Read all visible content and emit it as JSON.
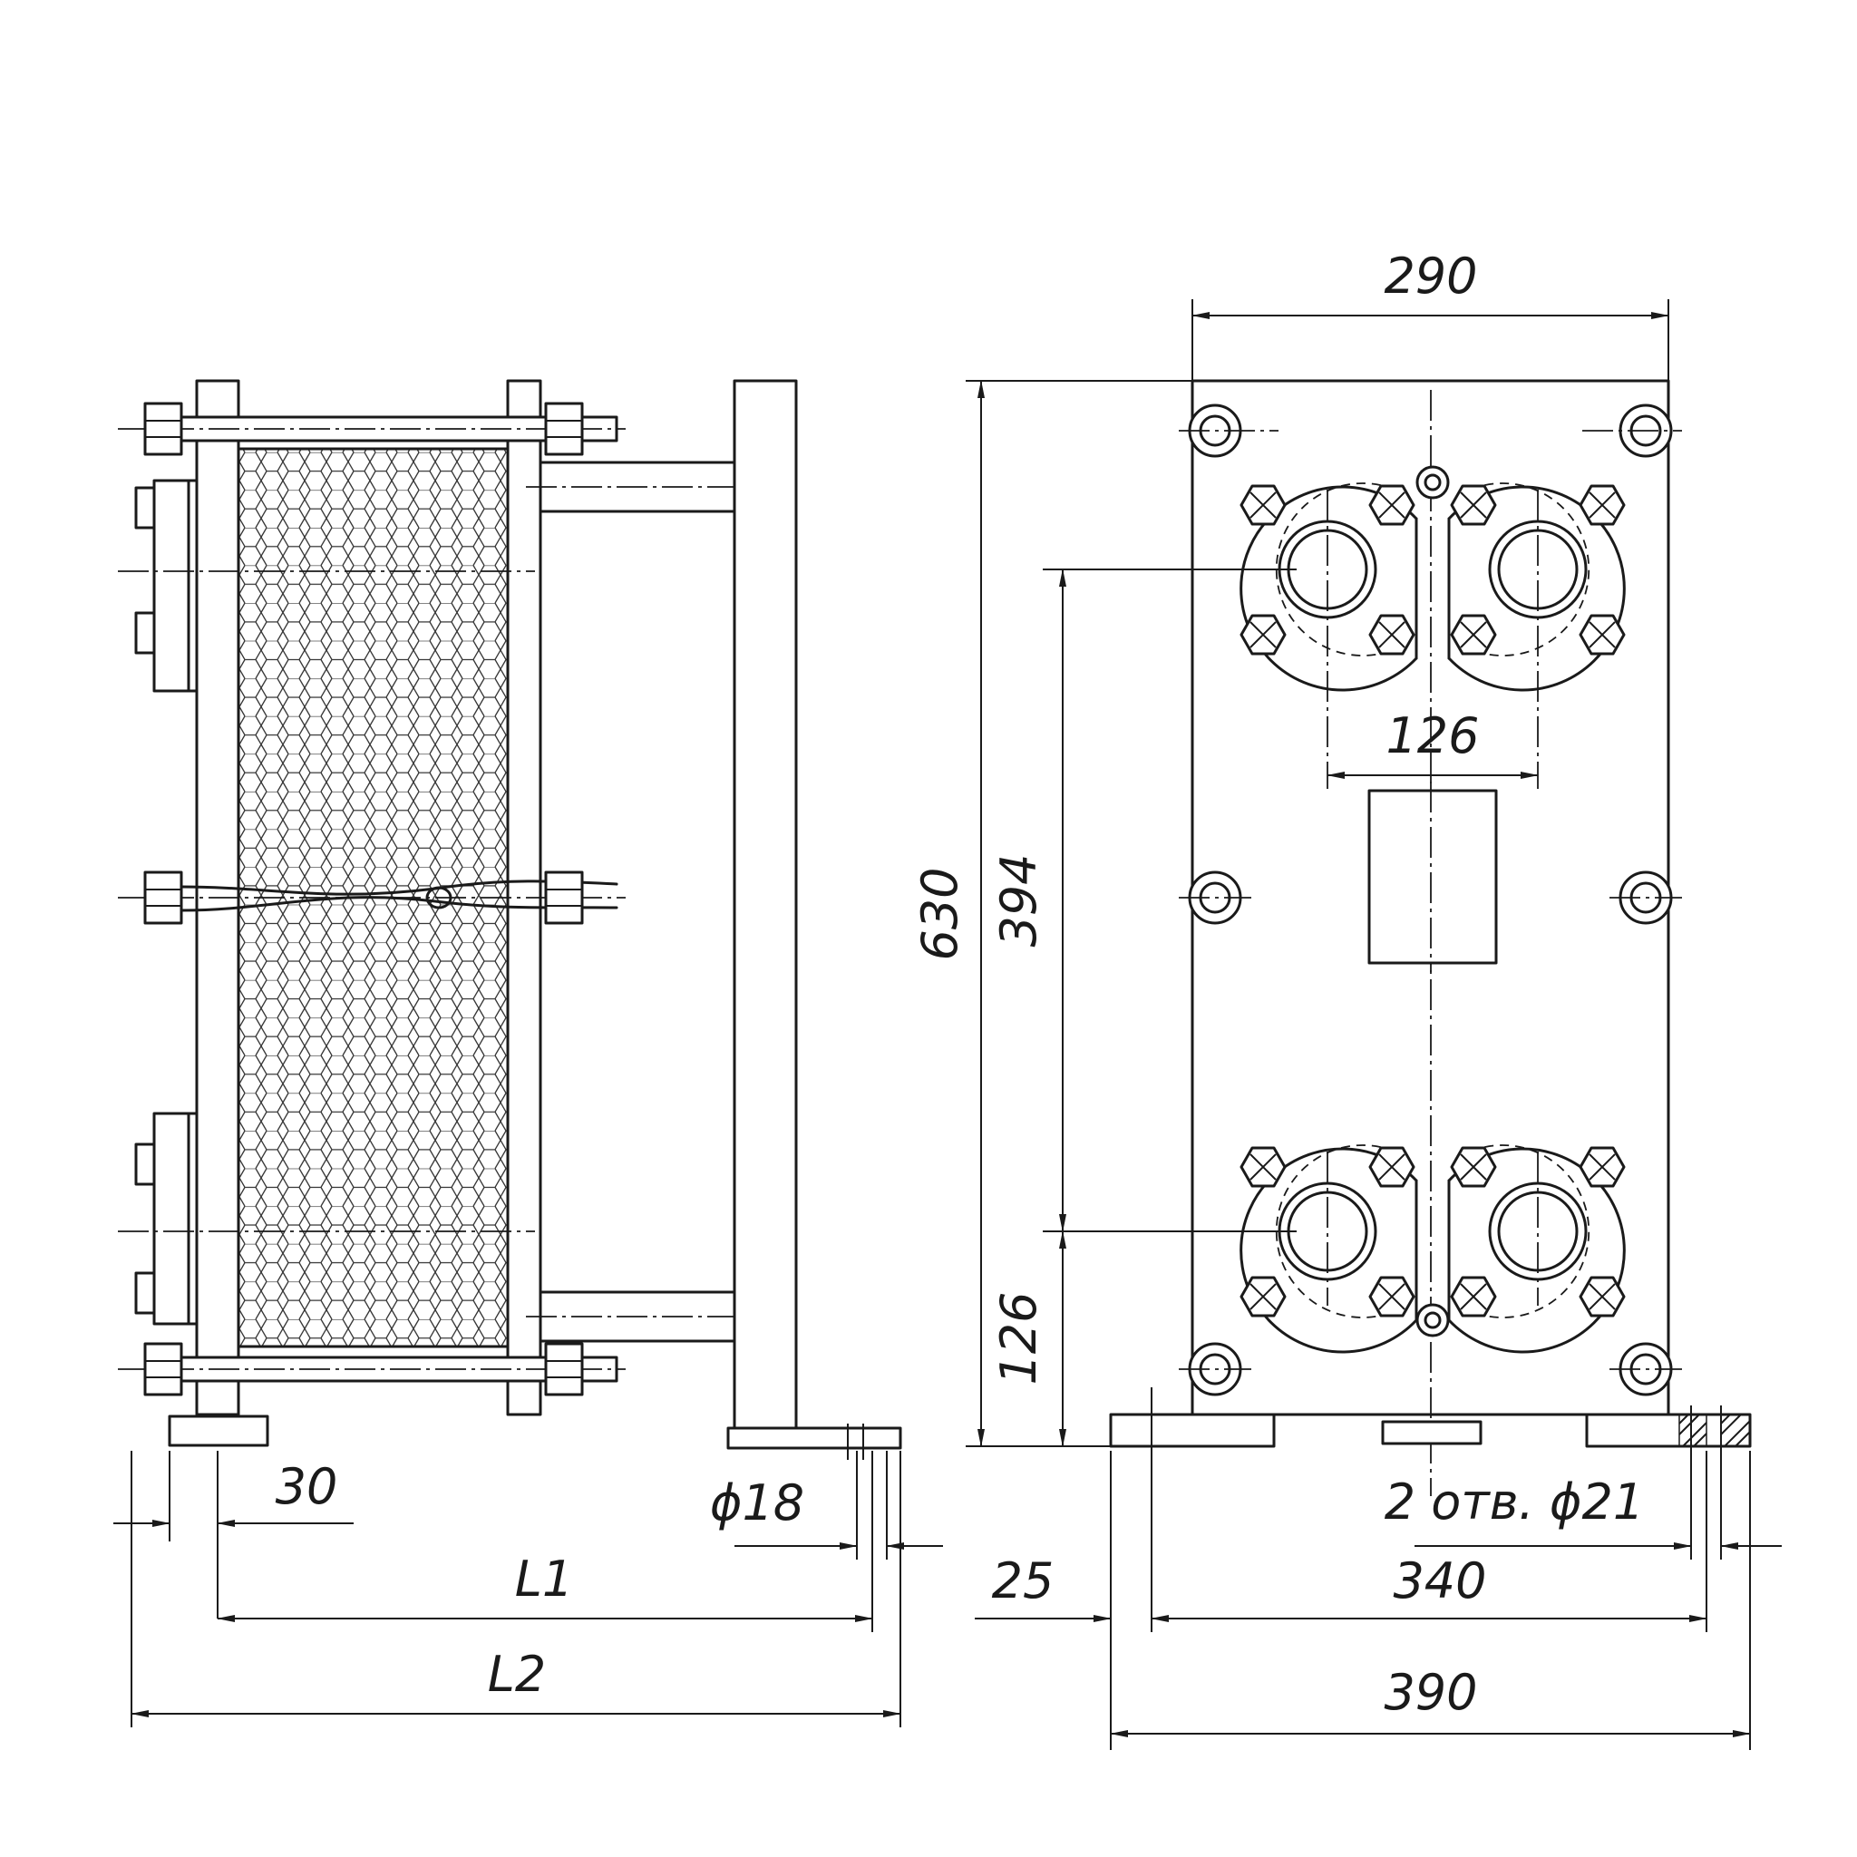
{
  "drawing": {
    "left_view": {
      "dimensions": {
        "d30": "30",
        "phi18": "ϕ18",
        "L1": "L1",
        "L2": "L2"
      }
    },
    "right_view": {
      "dimensions": {
        "d290": "290",
        "d630": "630",
        "d394": "394",
        "d126_horizontal": "126",
        "d126_vertical": "126",
        "holes": "2 отв. ϕ21",
        "d25": "25",
        "d340": "340",
        "d390": "390"
      }
    }
  }
}
